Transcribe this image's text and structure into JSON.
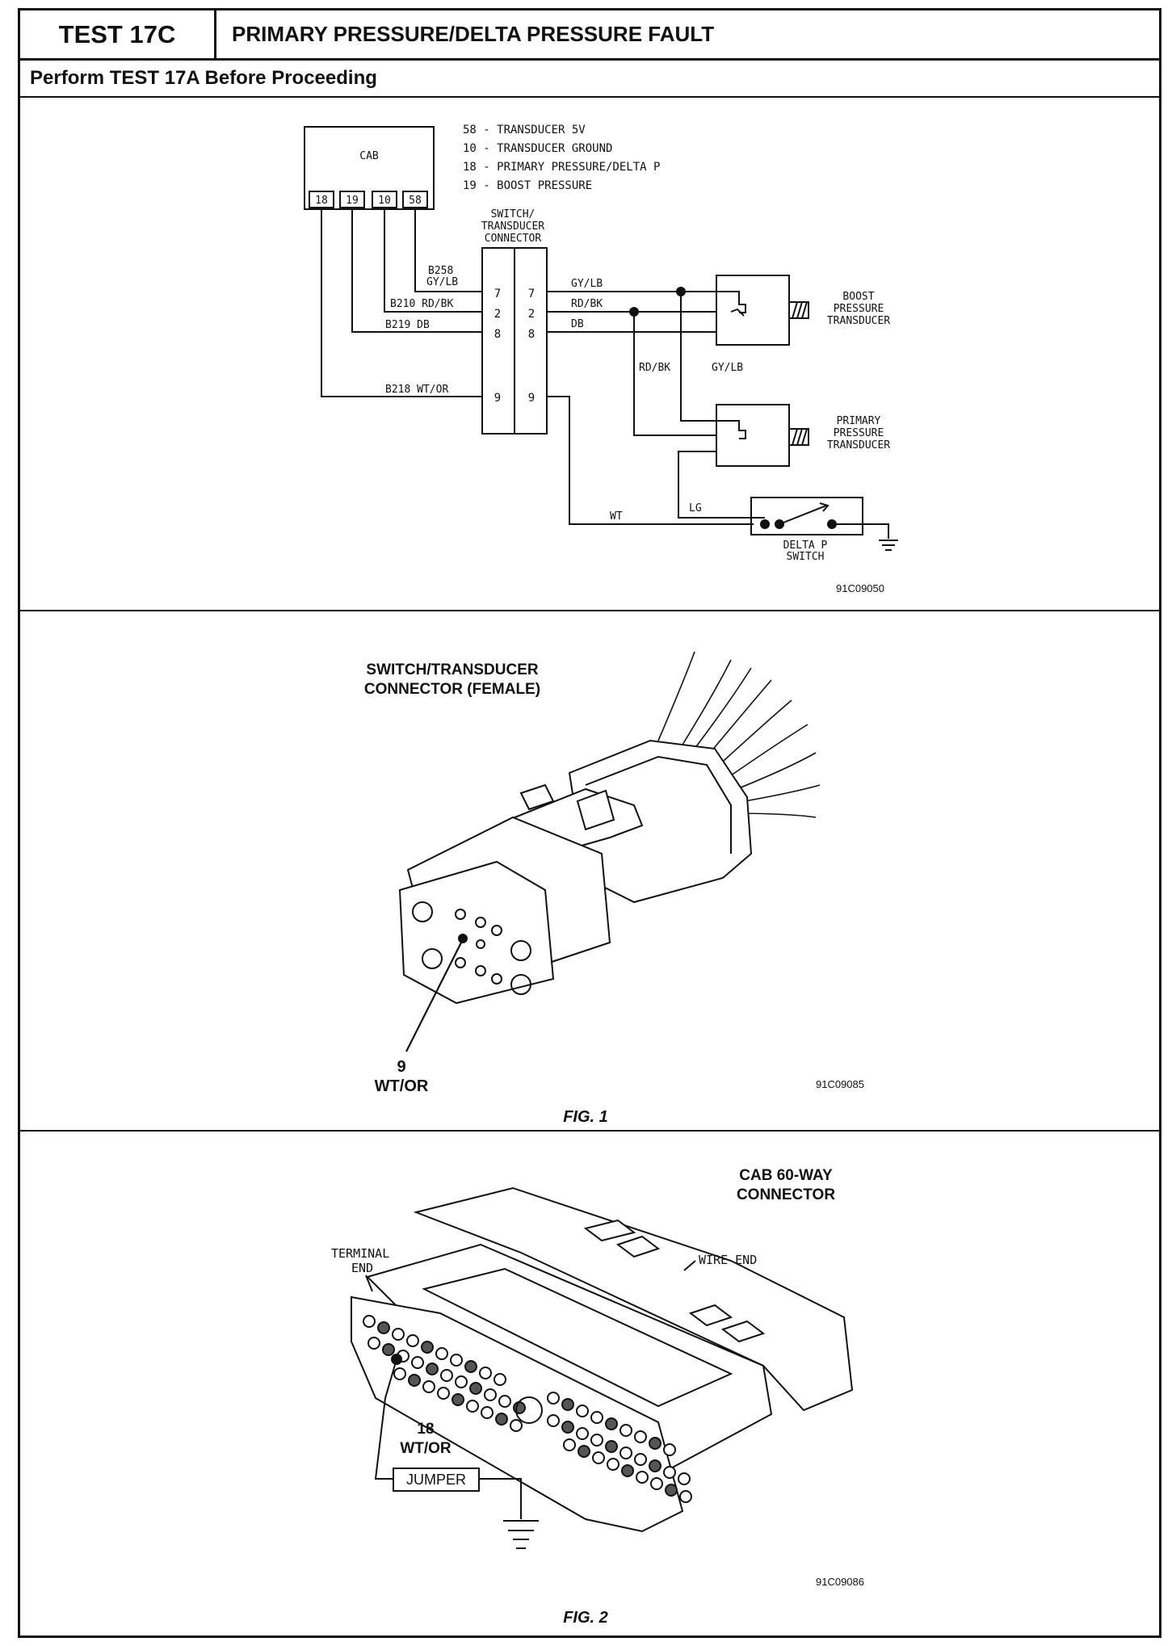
{
  "header": {
    "test_id": "TEST 17C",
    "title": "PRIMARY PRESSURE/DELTA PRESSURE FAULT",
    "subtitle": "Perform TEST 17A Before Proceeding"
  },
  "schematic": {
    "cab_label": "CAB",
    "cab_pins": [
      "18",
      "19",
      "10",
      "58"
    ],
    "pin_legend": [
      "58 - TRANSDUCER 5V",
      "10 - TRANSDUCER GROUND",
      "18 - PRIMARY PRESSURE/DELTA P",
      "19 - BOOST PRESSURE"
    ],
    "connector_title": [
      "SWITCH/",
      "TRANSDUCER",
      "CONNECTOR"
    ],
    "connector_pins": [
      "7",
      "2",
      "8",
      "9"
    ],
    "left_wires": [
      "B258",
      "GY/LB",
      "B210 RD/BK",
      "B219 DB",
      "B218 WT/OR"
    ],
    "right_wires": [
      "GY/LB",
      "RD/BK",
      "DB"
    ],
    "vertical_wires": [
      "RD/BK",
      "GY/LB"
    ],
    "lower_wires": [
      "WT",
      "LG"
    ],
    "boost_label": [
      "BOOST",
      "PRESSURE",
      "TRANSDUCER"
    ],
    "primary_label": [
      "PRIMARY",
      "PRESSURE",
      "TRANSDUCER"
    ],
    "switch_label": [
      "DELTA P",
      "SWITCH"
    ],
    "code": "91C09050"
  },
  "fig1": {
    "title": [
      "SWITCH/TRANSDUCER",
      "CONNECTOR (FEMALE)"
    ],
    "pin_label": "9",
    "wire_label": "WT/OR",
    "code": "91C09085",
    "caption": "FIG. 1"
  },
  "fig2": {
    "title": [
      "CAB 60-WAY",
      "CONNECTOR"
    ],
    "terminal_end": [
      "TERMINAL",
      "END"
    ],
    "wire_end": "WIRE END",
    "pin_label": "18",
    "wire_label": "WT/OR",
    "jumper": "JUMPER",
    "code": "91C09086",
    "caption": "FIG. 2"
  }
}
